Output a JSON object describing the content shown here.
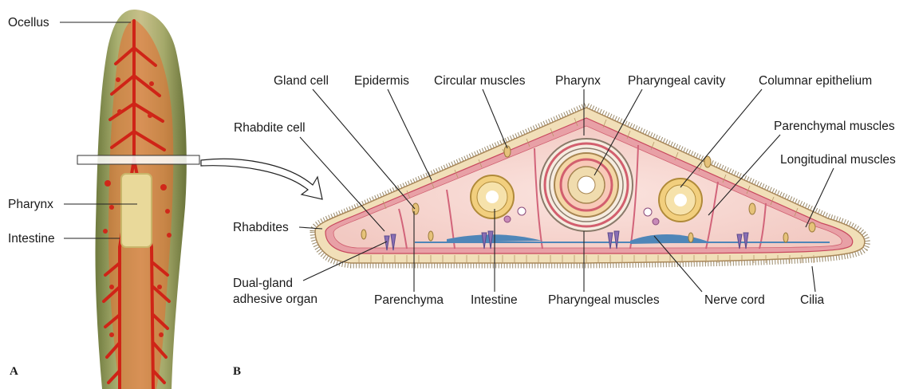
{
  "panel_a": {
    "letter": "A",
    "labels": {
      "ocellus": "Ocellus",
      "pharynx": "Pharynx",
      "intestine": "Intestine"
    }
  },
  "panel_b": {
    "letter": "B",
    "labels": {
      "gland_cell": "Gland cell",
      "epidermis": "Epidermis",
      "circular_muscles": "Circular muscles",
      "pharynx": "Pharynx",
      "pharyngeal_cavity": "Pharyngeal cavity",
      "columnar_epithelium": "Columnar epithelium",
      "rhabdite_cell": "Rhabdite cell",
      "parenchymal_muscles": "Parenchymal muscles",
      "longitudinal_muscles": "Longitudinal muscles",
      "rhabdites": "Rhabdites",
      "dual_gland_line1": "Dual-gland",
      "dual_gland_line2": "adhesive organ",
      "parenchyma": "Parenchyma",
      "intestine": "Intestine",
      "pharyngeal_muscles": "Pharyngeal muscles",
      "nerve_cord": "Nerve cord",
      "cilia": "Cilia"
    }
  },
  "colors": {
    "worm_body": "#8f9a55",
    "worm_gut": "#d0281a",
    "section_fill": "#f5d5cf",
    "epidermis": "#f1dfb8",
    "muscle": "#d9556a",
    "nerve": "#4f86b8",
    "gland": "#8a6fb5",
    "intestine_ring": "#e8c76f"
  }
}
